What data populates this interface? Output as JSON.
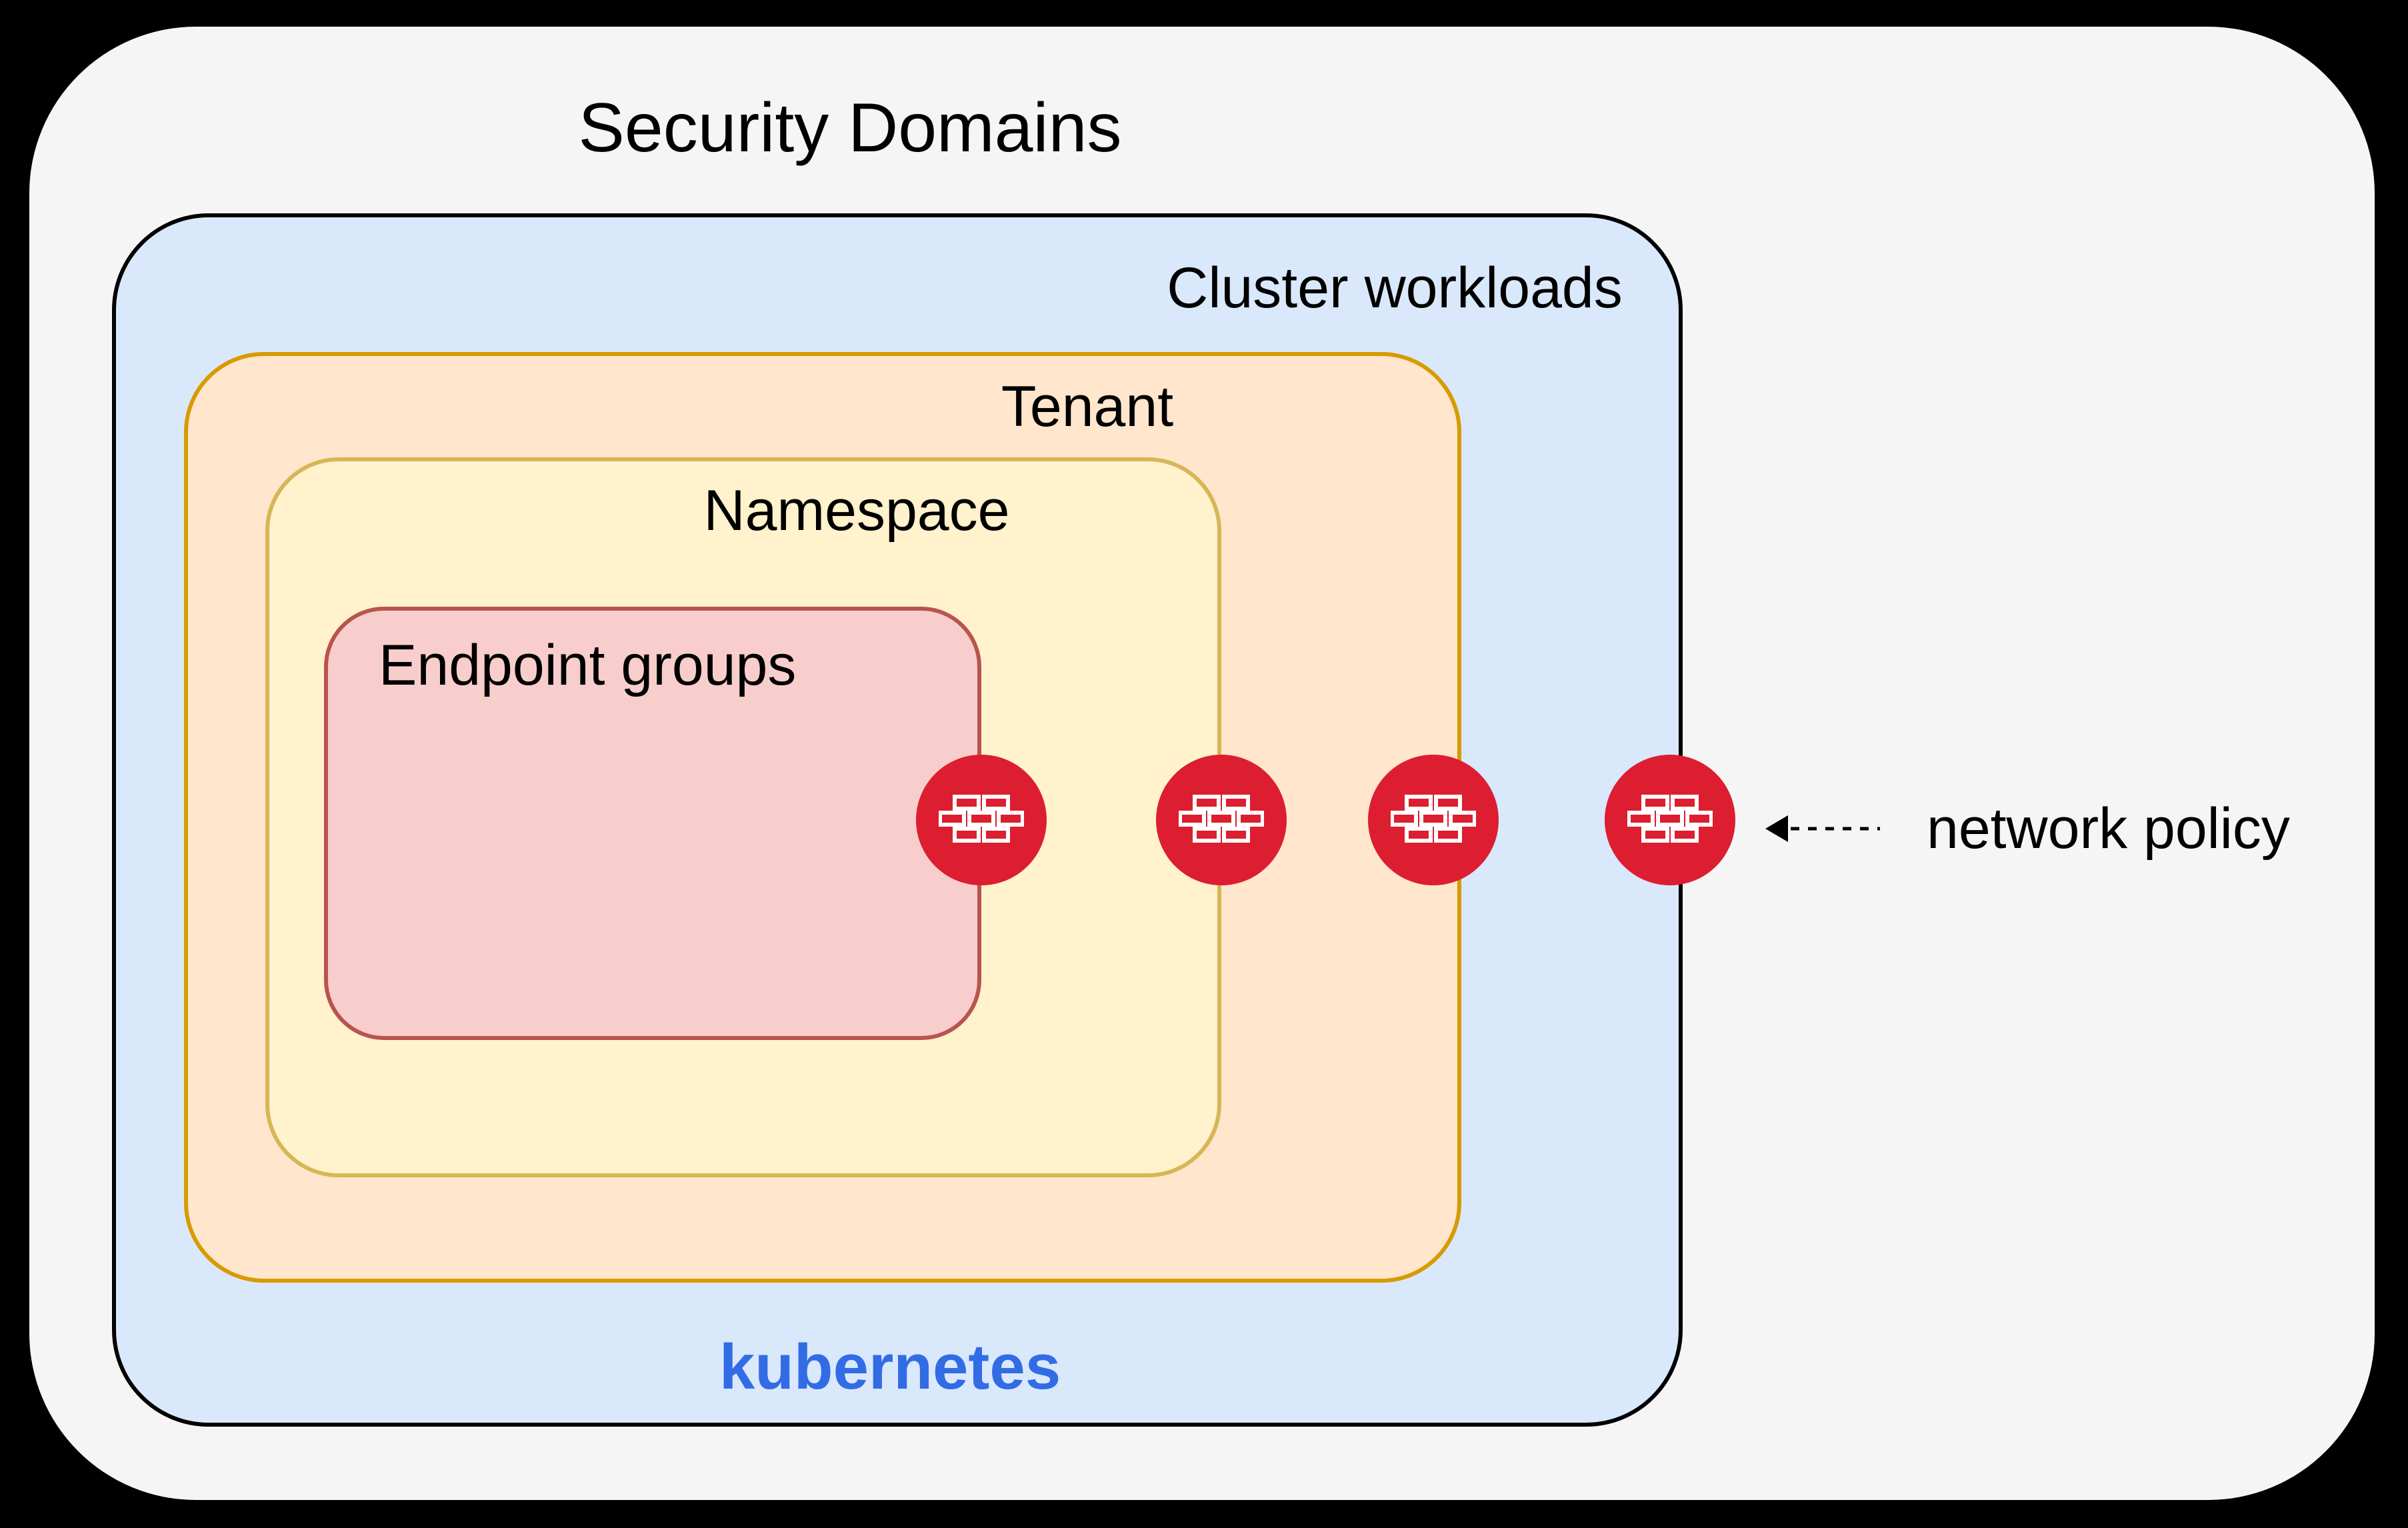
{
  "title": "Security Domains",
  "domains": {
    "cluster": {
      "label": "Cluster workloads",
      "footer": "kubernetes",
      "fill": "#dae8fc",
      "border": "#000000",
      "footer_color": "#326ce5"
    },
    "tenant": {
      "label": "Tenant",
      "fill": "#ffe6cc",
      "border": "#d79b00"
    },
    "namespace": {
      "label": "Namespace",
      "fill": "#fff2cc",
      "border": "#d6b656"
    },
    "endpoint_groups": {
      "label": "Endpoint groups",
      "fill": "#f8cecc",
      "border": "#b85450"
    }
  },
  "annotation": {
    "label": "network policy",
    "arrow_direction": "left",
    "arrow_style": "dashed"
  },
  "firewall": {
    "icon": "firewall-brick-icon",
    "count": 4,
    "color": "#dc1e30",
    "brick_outline": "#ffffff"
  },
  "background": {
    "canvas": "#000000",
    "page": "#f5f5f5"
  }
}
